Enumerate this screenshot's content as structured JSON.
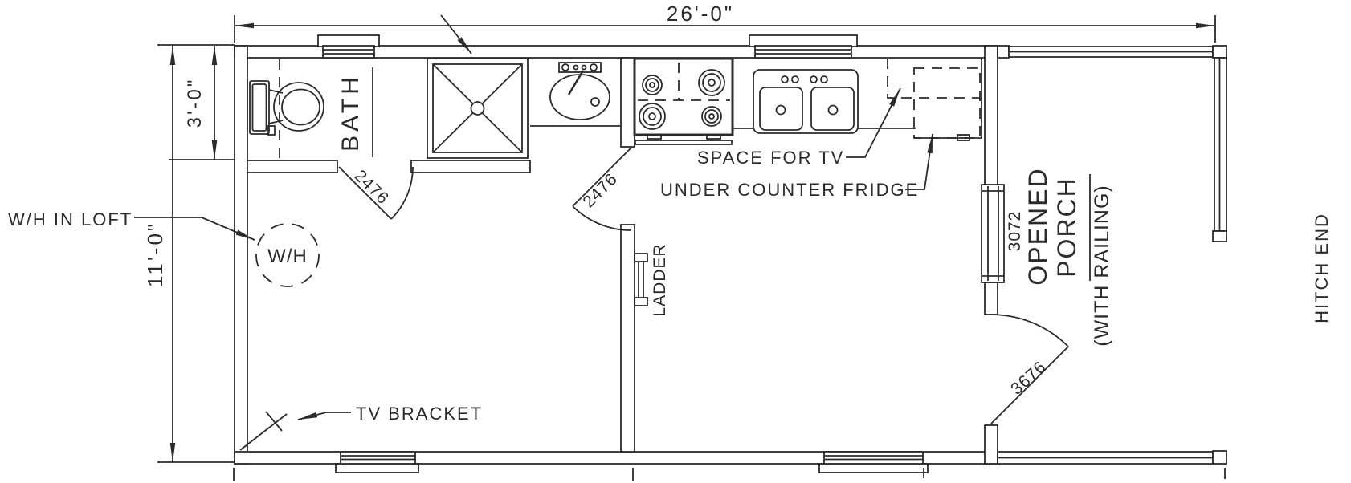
{
  "plan": {
    "dimensions": {
      "overall_width": "26'-0\"",
      "overall_depth": "11'-0\"",
      "bath_depth": "3'-0\""
    },
    "rooms": {
      "bath": "BATH",
      "porch_line1": "OPENED",
      "porch_line2": "PORCH",
      "porch_note": "(WITH RAILING)"
    },
    "annotations": {
      "wh_in_loft": "W/H IN LOFT",
      "water_heater": "W/H",
      "space_for_tv": "SPACE FOR TV",
      "under_counter_fridge": "UNDER COUNTER FRIDGE",
      "ladder": "LADDER",
      "tv_bracket": "TV BRACKET",
      "hitch_end": "HITCH END"
    },
    "opening_codes": {
      "bath_door": "2476",
      "kitchen_door": "2476",
      "porch_door": "3676",
      "porch_window": "3072"
    },
    "colors": {
      "line": "#2b2b2b",
      "background": "#ffffff"
    }
  }
}
